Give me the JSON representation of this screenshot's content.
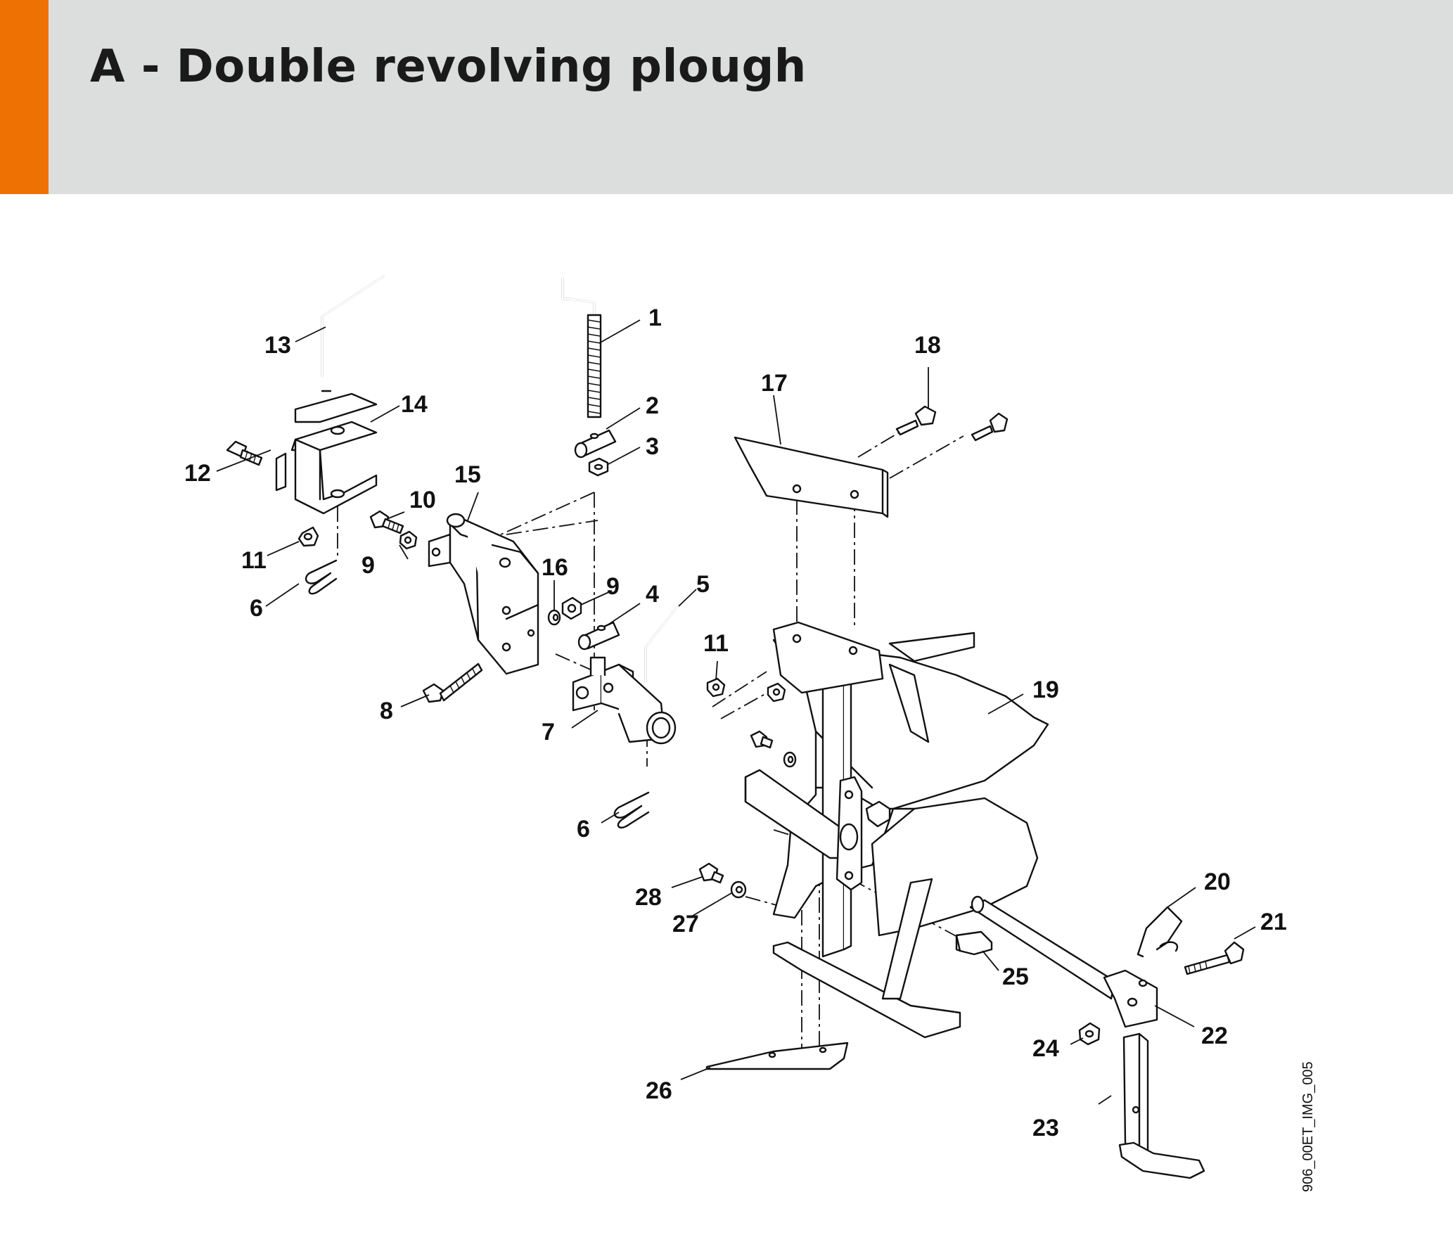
{
  "header": {
    "title": "A - Double revolving plough",
    "accent_color": "#ee7203",
    "background_color": "#dcdedd"
  },
  "diagram": {
    "image_id": "906_00ET_IMG_005",
    "callouts": [
      "1",
      "2",
      "3",
      "4",
      "5",
      "6",
      "6",
      "7",
      "8",
      "9",
      "9",
      "10",
      "11",
      "11",
      "12",
      "13",
      "14",
      "15",
      "16",
      "17",
      "18",
      "19",
      "20",
      "21",
      "22",
      "23",
      "24",
      "25",
      "26",
      "27",
      "28"
    ]
  }
}
